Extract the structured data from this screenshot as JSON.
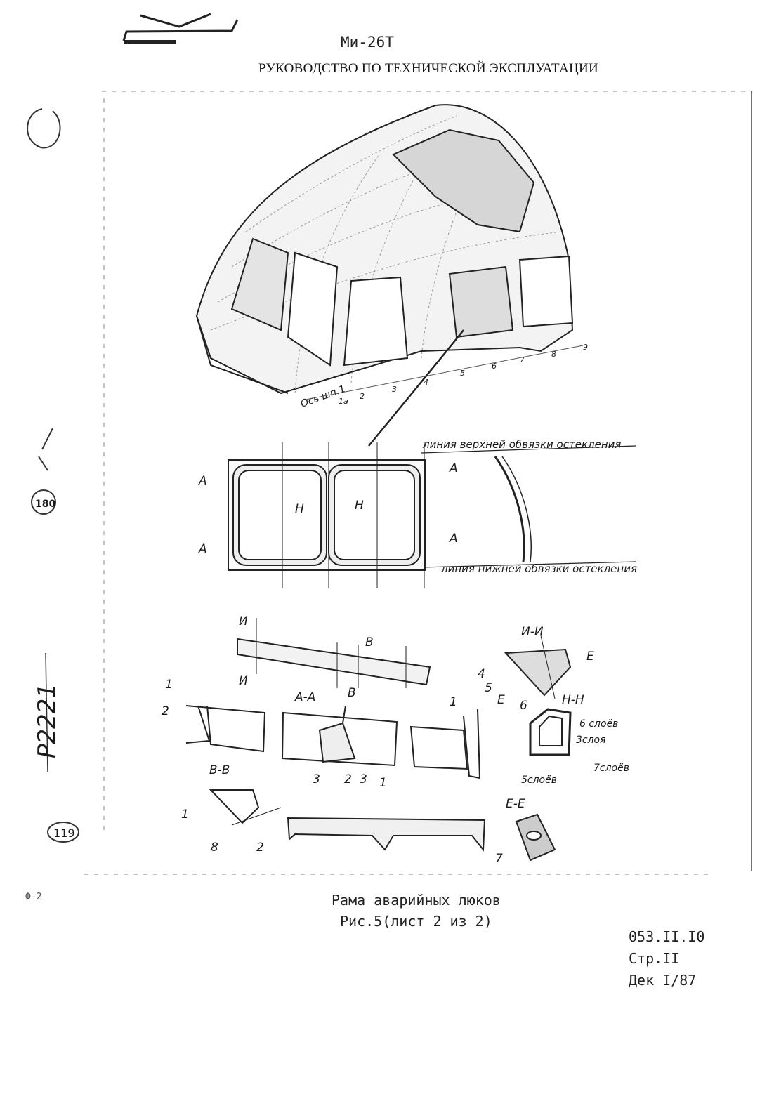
{
  "header": {
    "title": "Ми-26Т",
    "subtitle": "РУКОВОДСТВО ПО ТЕХНИЧЕСКОЙ ЭКСПЛУАТАЦИИ"
  },
  "drawing": {
    "top_view": {
      "axis_label": "Ось шп.1",
      "frame_numbers": [
        "1а",
        "2",
        "3",
        "4",
        "5",
        "6",
        "7",
        "8",
        "9"
      ]
    },
    "glazing_panel": {
      "upper_line_label": "линия верхней обвязки остекления",
      "lower_line_label": "линия нижней обвязки остекления",
      "section_markers": [
        "А",
        "А",
        "Н",
        "Н",
        "А",
        "А"
      ]
    },
    "sections": {
      "i_i": "И-И",
      "h_h": "Н-Н",
      "a_a": "А-А",
      "v_v": "В-В",
      "e_e": "Е-Е",
      "marker_i": "И",
      "marker_v": "В",
      "marker_e": "Е",
      "layers_6": "6 слоёв",
      "layers_3": "3слоя",
      "layers_7": "7слоёв",
      "layers_5": "5слоёв",
      "callouts": [
        "1",
        "2",
        "3",
        "4",
        "5",
        "6",
        "7",
        "8"
      ]
    }
  },
  "caption": {
    "title": "Рама аварийных люков",
    "figure": "Рис.5(лист 2 из 2)"
  },
  "doc_info": {
    "code": "053.II.I0",
    "page": "Стр.II",
    "revision": "Дек I/87"
  },
  "margin_notes": {
    "form_mark": "Ф-2",
    "stamp_1": "180",
    "stamp_2": "119",
    "handwritten": "Р2221"
  }
}
